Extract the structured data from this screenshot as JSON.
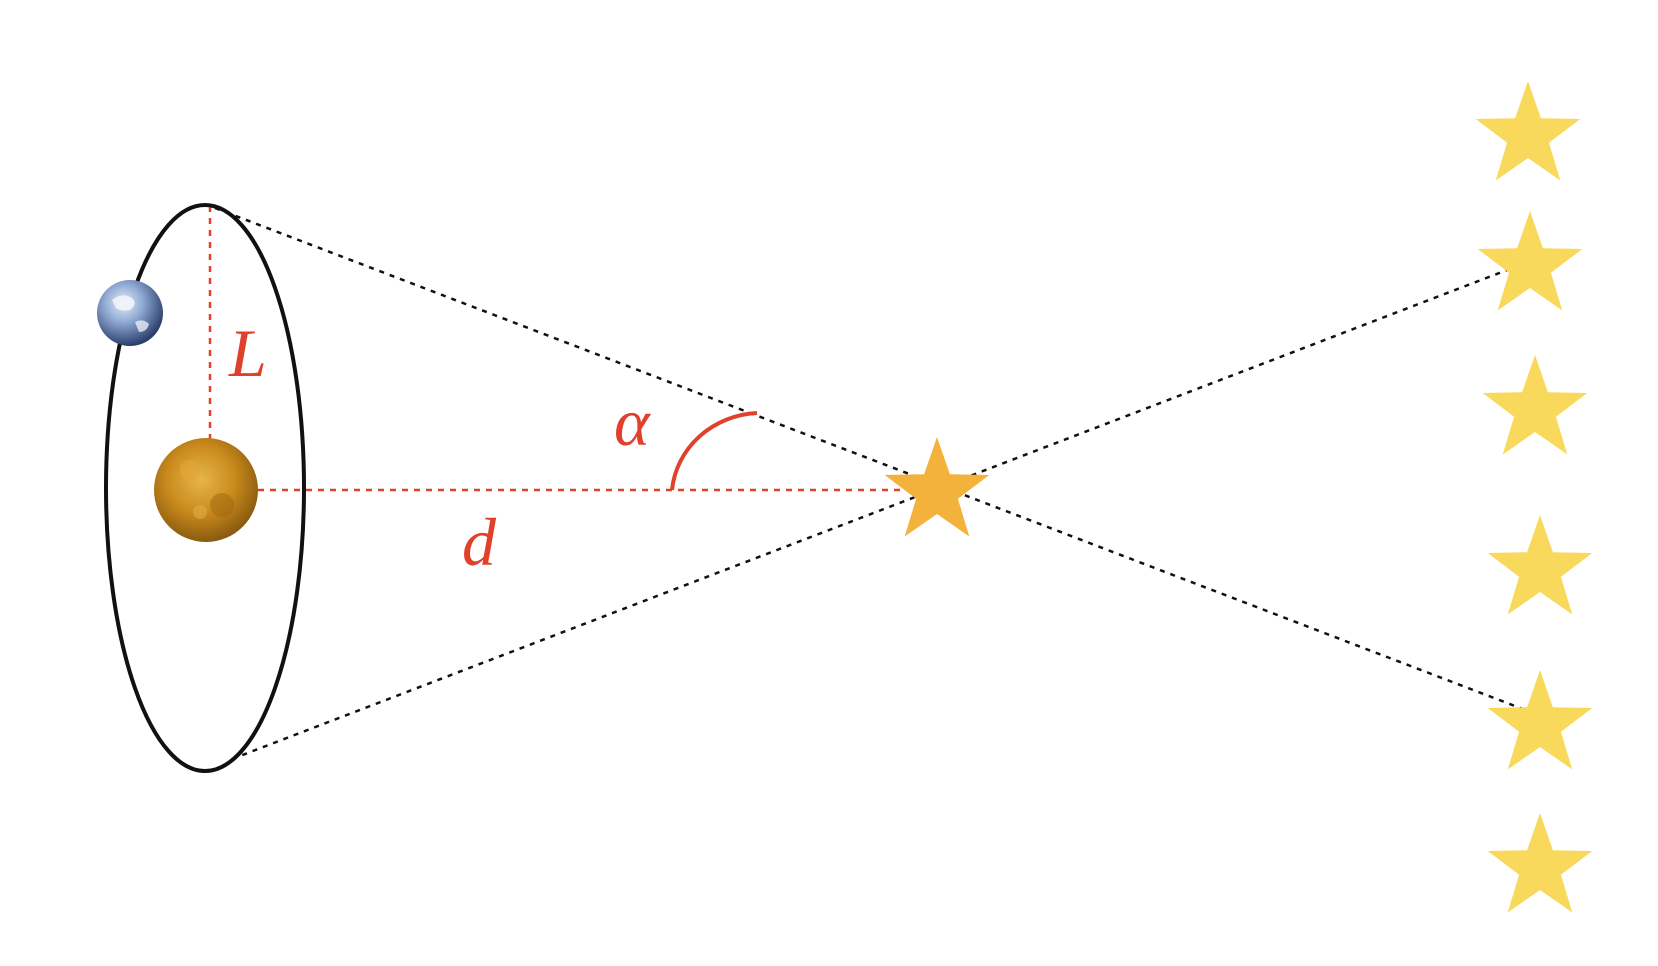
{
  "labels": {
    "radius": "L",
    "distance": "d",
    "angle": "α"
  },
  "colors": {
    "annotation_red": "#e0412b",
    "orbit_black": "#111111",
    "near_star": "#f3b23c",
    "background_star": "#f8d95b",
    "sun_core": "#c98a1c",
    "earth_blue": "#6f8fc4"
  },
  "icons": {
    "earth": "earth-icon",
    "sun": "sun-icon",
    "near_star": "star-icon",
    "background_stars": "star-icon"
  },
  "background_star_count": 6
}
